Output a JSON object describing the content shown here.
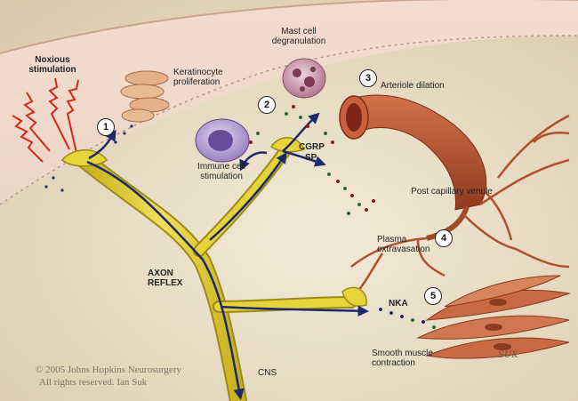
{
  "labels": {
    "noxious": "Noxious stimulation",
    "keratinocyte": "Keratinocyte proliferation",
    "mast_cell": "Mast cell degranulation",
    "arteriole": "Arteriole dilation",
    "immune": "Immune cell stimulation",
    "cgrp": "CGRP",
    "sp": "SP",
    "post_capillary": "Post capillary venule",
    "plasma": "Plasma extravasation",
    "axon_reflex": "AXON REFLEX",
    "nka": "NKA",
    "smooth_muscle": "Smooth muscle contraction",
    "cns": "CNS"
  },
  "steps": [
    "1",
    "2",
    "3",
    "4",
    "5"
  ],
  "copyright": {
    "line1": "© 2005 Johns Hopkins Neurosurgery",
    "line2": "All rights reserved. Ian Suk"
  },
  "signature": "SUK",
  "colors": {
    "background": "#e8dcc4",
    "skin": "#f0ddd0",
    "nerve": "#e6d43a",
    "arrow": "#1c2a6b",
    "vessel": "#b8532e",
    "stimulus": "#d42a1a"
  }
}
